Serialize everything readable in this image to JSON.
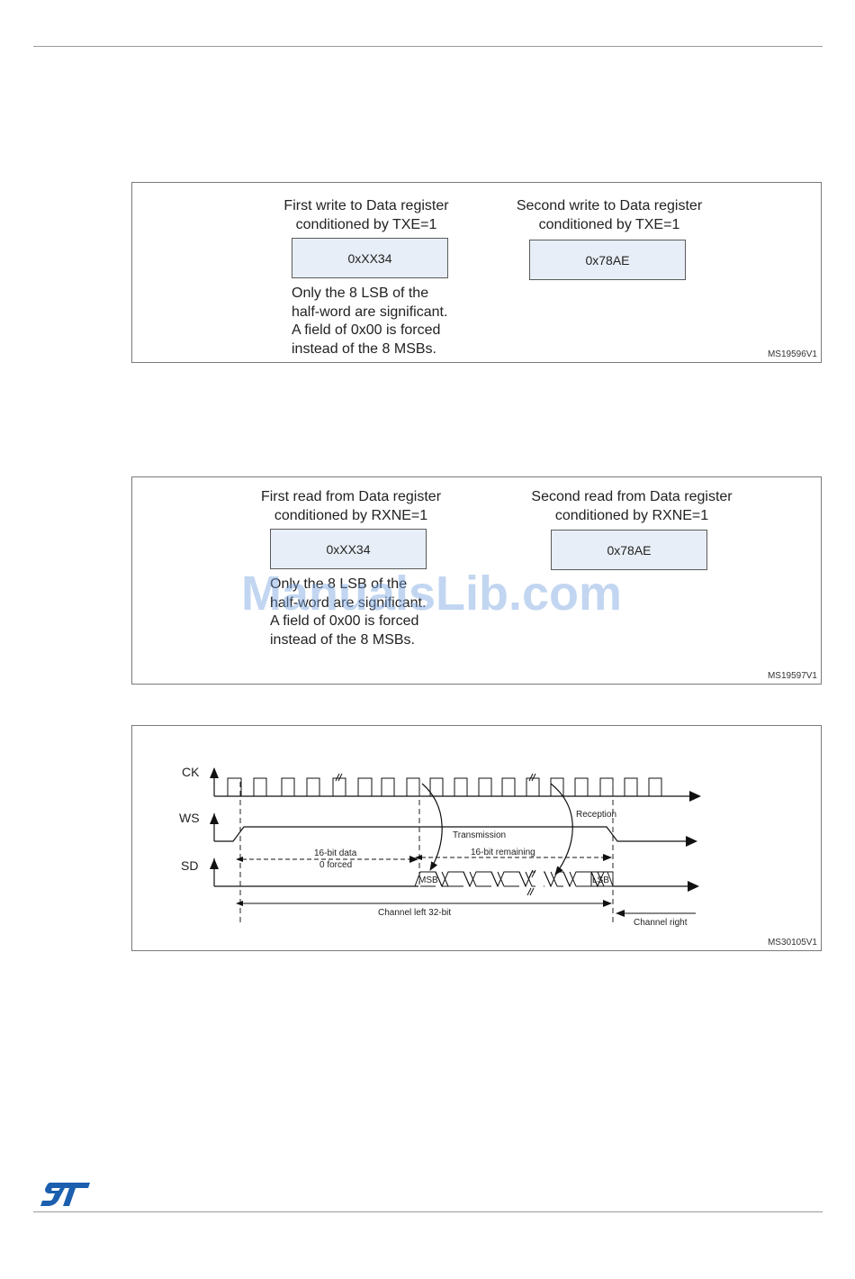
{
  "figure1": {
    "left_caption": [
      "First write to Data register",
      "conditioned by TXE=1"
    ],
    "left_value": "0xXX34",
    "right_caption": [
      "Second write to Data register",
      "conditioned by TXE=1"
    ],
    "right_value": "0x78AE",
    "note": [
      "Only the 8 LSB of the",
      "half-word are significant.",
      "A field of 0x00 is forced",
      "instead of the 8 MSBs."
    ],
    "id": "MS19596V1"
  },
  "figure2": {
    "left_caption": [
      "First read from Data register",
      "conditioned by RXNE=1"
    ],
    "left_value": "0xXX34",
    "right_caption": [
      "Second read from Data register",
      "conditioned by RXNE=1"
    ],
    "right_value": "0x78AE",
    "note": [
      "Only the 8 LSB of the",
      "half-word are significant.",
      "A field of 0x00 is forced",
      "instead of the 8 MSBs."
    ],
    "id": "MS19597V1"
  },
  "figure3": {
    "signals": [
      "CK",
      "WS",
      "SD"
    ],
    "labels": {
      "reception": "Reception",
      "transmission": "Transmission",
      "data16": [
        "16-bit data",
        "0 forced"
      ],
      "remaining": "16-bit remaining",
      "msb": "MSB",
      "lsb": "LSB",
      "channel_left": "Channel left 32-bit",
      "channel_right": "Channel right"
    },
    "id": "MS30105V1"
  },
  "watermark": "ManualsLib.com",
  "logo_text": "ST",
  "colors": {
    "register_fill": "#e8eef7",
    "logo": "#1b5fae",
    "watermark": "#78a5e1"
  }
}
